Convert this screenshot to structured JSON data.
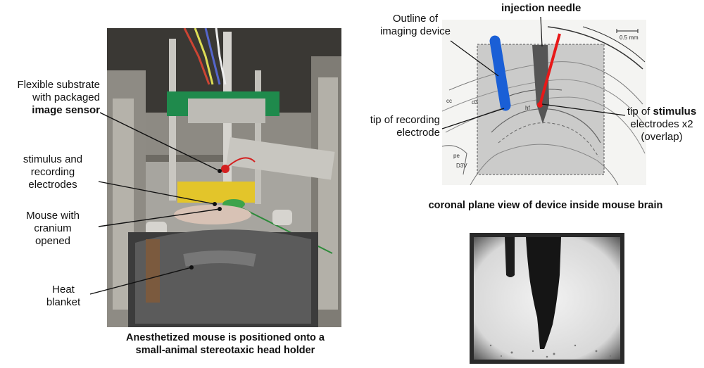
{
  "photo": {
    "labels": {
      "substrate_line1": "Flexible substrate",
      "substrate_line2": "with packaged",
      "substrate_line3": "image sensor",
      "electrodes_line1": "stimulus and",
      "electrodes_line2": "recording",
      "electrodes_line3": "electrodes",
      "mouse_line1": "Mouse with",
      "mouse_line2": "cranium",
      "mouse_line3": "opened",
      "blanket_line1": "Heat",
      "blanket_line2": "blanket"
    },
    "caption_line1": "Anesthetized mouse is positioned onto a",
    "caption_line2": "small-animal stereotaxic head holder"
  },
  "brain": {
    "labels": {
      "outline_line1": "Outline of",
      "outline_line2": "imaging device",
      "needle": "injection needle",
      "recording_line1": "tip of recording",
      "recording_line2": "electrode",
      "stimulus_line1": "tip of ",
      "stimulus_bold": "stimulus",
      "stimulus_line2": "electrodes x2",
      "stimulus_line3": "(overlap)",
      "scale": "0.5 mm",
      "atlas_cc": "cc",
      "atlas_d3": "d3",
      "atlas_hf": "hf",
      "atlas_pe": "pe",
      "atlas_d3v": "D3V"
    },
    "caption": "coronal plane view of device inside mouse brain",
    "colors": {
      "recording_electrode": "#1a5fd6",
      "stimulus_electrode": "#e81818",
      "needle": "#555555"
    }
  },
  "micrograph": {}
}
